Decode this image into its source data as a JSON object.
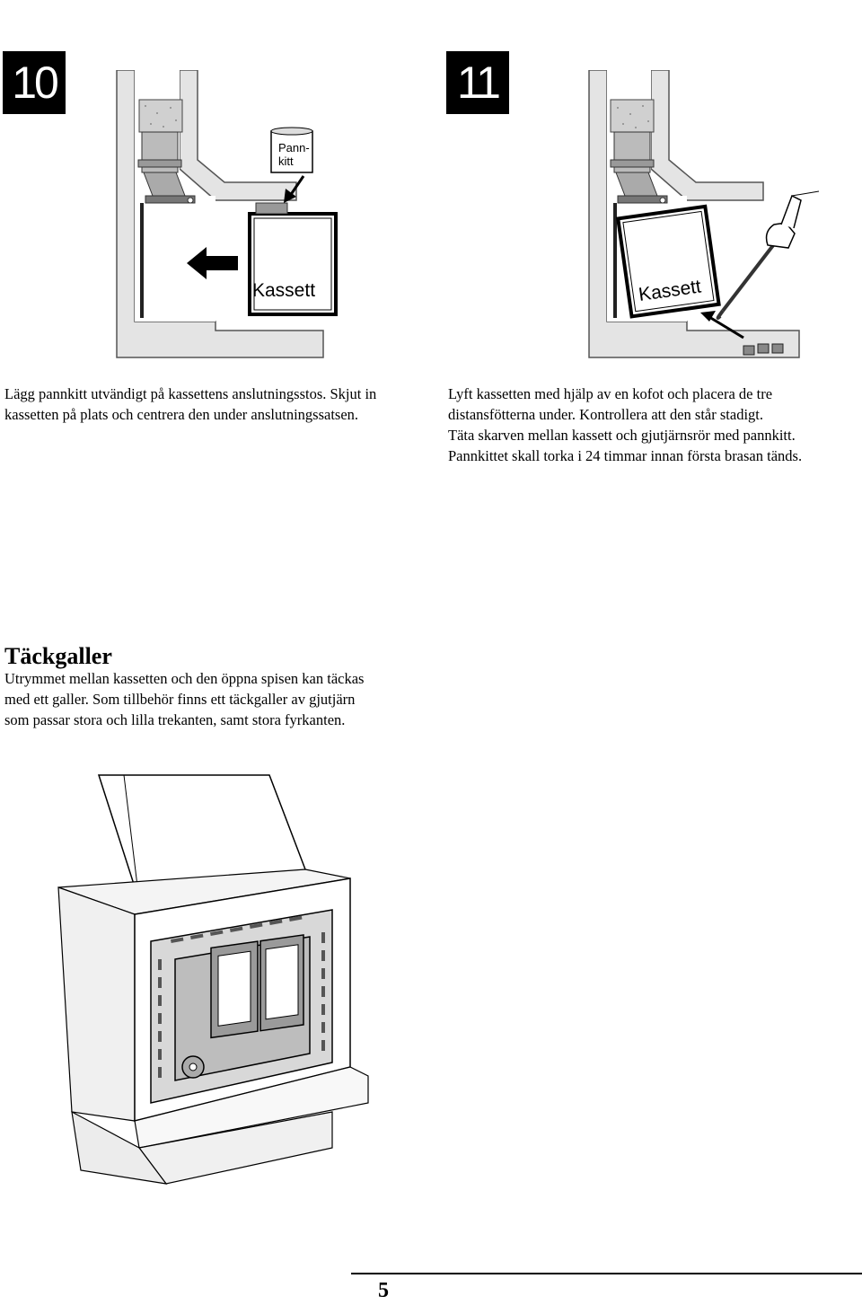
{
  "step10": {
    "number": "10",
    "can_label_line1": "Pann-",
    "can_label_line2": "kitt",
    "cassette_label": "Kassett",
    "text": [
      "Lägg pannkitt utvändigt på kassettens anslutningsstos. Skjut in",
      "kassetten på plats och centrera den under anslutningssatsen."
    ]
  },
  "step11": {
    "number": "11",
    "cassette_label": "Kassett",
    "text": [
      "Lyft kassetten med hjälp av en kofot och placera de tre",
      "distansfötterna under. Kontrollera att den står stadigt.",
      "Täta skarven mellan kassett och gjutjärnsrör med pannkitt.",
      "Pannkittet skall torka i 24 timmar innan första brasan tänds."
    ]
  },
  "section": {
    "title": "Täckgaller",
    "text": [
      "Utrymmet mellan kassetten och den öppna spisen kan täckas",
      "med ett galler. Som tillbehör finns ett täckgaller av gjutjärn",
      "som passar stora och lilla trekanten, samt stora fyrkanten."
    ]
  },
  "page_number": "5"
}
